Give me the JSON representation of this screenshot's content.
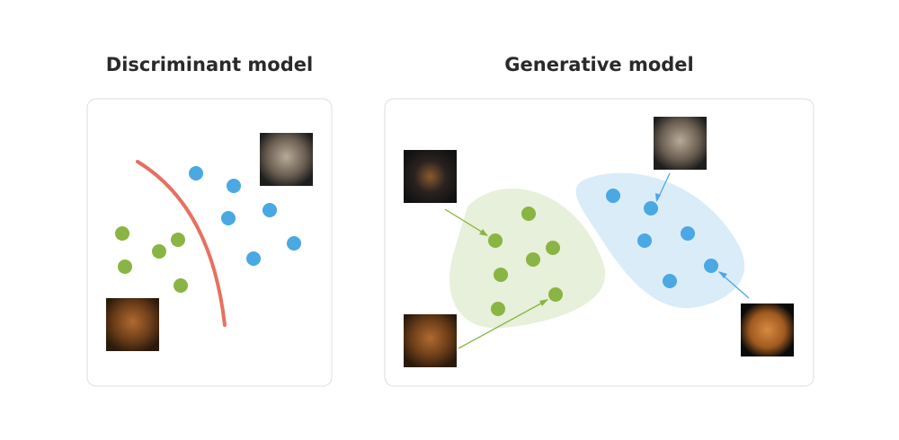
{
  "left_panel": {
    "title": "Discriminant model"
  },
  "right_panel": {
    "title": "Generative model"
  },
  "colors": {
    "green": "#8ab443",
    "blue": "#4aa8e2",
    "boundary": "#e87060",
    "green_region": "#e7f0da",
    "blue_region": "#daecf8"
  },
  "images": [
    "cat-image",
    "dog-image"
  ]
}
